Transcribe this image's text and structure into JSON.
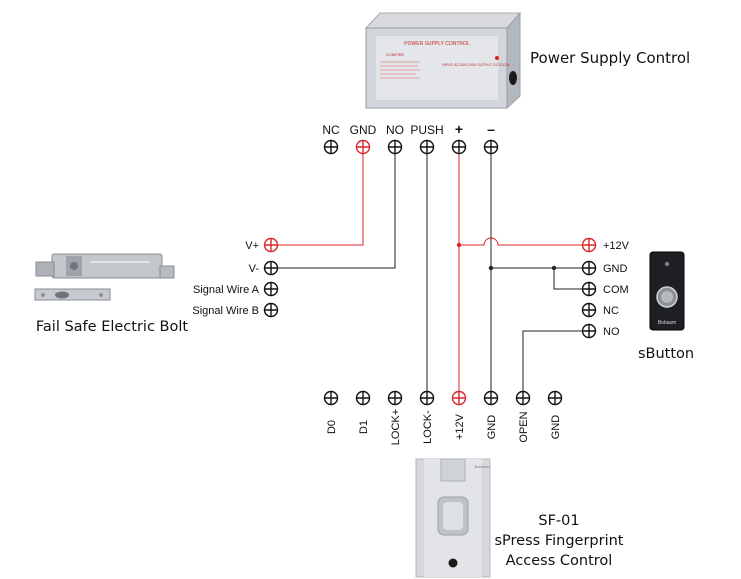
{
  "devices": {
    "power_supply": {
      "title": "Power Supply Control",
      "panel_label": "POWER SUPPLY CONTROL",
      "logo_text": "COMFIRE",
      "spec_text": "INPUT: AC100V-240V OUTPUT: DC12V/3A"
    },
    "bolt": {
      "title": "Fail Safe Electric Bolt"
    },
    "button": {
      "title": "sButton",
      "brand_text": "Bobasm"
    },
    "fingerprint": {
      "model": "SF-01",
      "name": "sPress Fingerprint",
      "subtitle": "Access Control",
      "brand_text": "Bobasm"
    }
  },
  "terminals": {
    "power_supply": [
      "NC",
      "GND",
      "NO",
      "PUSH",
      "+",
      "–"
    ],
    "bolt": [
      "V+",
      "V-",
      "Signal Wire A",
      "Signal Wire B"
    ],
    "button": [
      "+12V",
      "GND",
      "COM",
      "NC",
      "NO"
    ],
    "fingerprint": [
      "D0",
      "D1",
      "LOCK+",
      "LOCK-",
      "+12V",
      "GND",
      "OPEN",
      "GND"
    ]
  },
  "colors": {
    "power_wire": "#d9262b",
    "signal_wire": "#222222",
    "terminal_red": "#d9262b",
    "terminal_black": "#111111"
  }
}
